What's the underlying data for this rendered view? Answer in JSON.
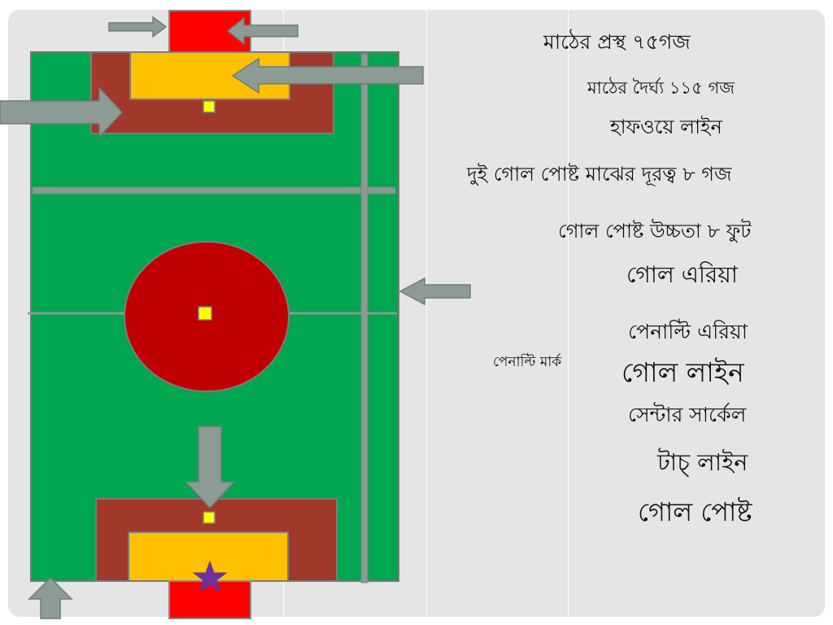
{
  "colors": {
    "field": "#00a650",
    "lines": "#8b9a93",
    "goal_post": "#ff0000",
    "penalty_area": "#a0392a",
    "goal_area": "#ffc000",
    "center_circle": "#c00000",
    "penalty_mark": "#ffff00",
    "star": "#7030a0",
    "arrow": "#8c9b93"
  },
  "labels": {
    "field_width": "মাঠের প্রস্থ ৭৫গজ",
    "field_length": "মাঠের দৈর্ঘ্য ১১৫ গজ",
    "halfway_line": "হাফওয়ে লাইন",
    "goal_post_distance": "দুই গোল পোষ্ট  মাঝের দূরত্ব ৮ গজ",
    "goal_post_height": "গোল পোষ্ট উচ্চতা ৮ ফুট",
    "goal_area": "গোল  এরিয়া",
    "penalty_area": "পেনাল্টি এরিয়া",
    "penalty_mark": "পেনাল্টি মার্ক",
    "goal_line": "গোল লাইন",
    "center_circle": "সেন্টার  সার্কেল",
    "touch_line": "টাচ্ লাইন",
    "goal_post": "গোল পোষ্ট"
  },
  "icons": {
    "arrow": "block-arrow-icon",
    "star": "star-icon"
  }
}
